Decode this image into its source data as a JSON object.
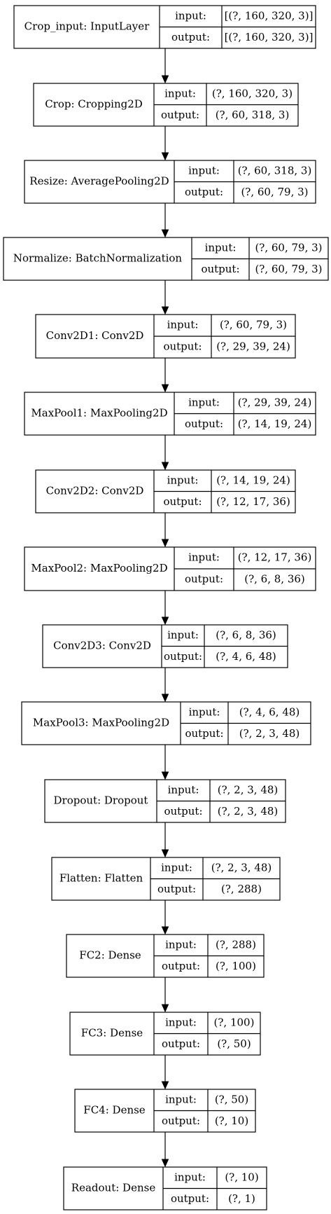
{
  "diagram": {
    "field_labels": {
      "input": "input:",
      "output": "output:"
    },
    "layers": [
      {
        "id": "crop-input",
        "title": "Crop_input: InputLayer",
        "input": "[(?, 160, 320, 3)]",
        "output": "[(?, 160, 320, 3)]"
      },
      {
        "id": "crop",
        "title": "Crop: Cropping2D",
        "input": "(?, 160, 320, 3)",
        "output": "(?, 60, 318, 3)"
      },
      {
        "id": "resize",
        "title": "Resize: AveragePooling2D",
        "input": "(?, 60, 318, 3)",
        "output": "(?, 60, 79, 3)"
      },
      {
        "id": "normalize",
        "title": "Normalize: BatchNormalization",
        "input": "(?, 60, 79, 3)",
        "output": "(?, 60, 79, 3)"
      },
      {
        "id": "conv2d1",
        "title": "Conv2D1: Conv2D",
        "input": "(?, 60, 79, 3)",
        "output": "(?, 29, 39, 24)"
      },
      {
        "id": "maxpool1",
        "title": "MaxPool1: MaxPooling2D",
        "input": "(?, 29, 39, 24)",
        "output": "(?, 14, 19, 24)"
      },
      {
        "id": "conv2d2",
        "title": "Conv2D2: Conv2D",
        "input": "(?, 14, 19, 24)",
        "output": "(?, 12, 17, 36)"
      },
      {
        "id": "maxpool2",
        "title": "MaxPool2: MaxPooling2D",
        "input": "(?, 12, 17, 36)",
        "output": "(?, 6, 8, 36)"
      },
      {
        "id": "conv2d3",
        "title": "Conv2D3: Conv2D",
        "input": "(?, 6, 8, 36)",
        "output": "(?, 4, 6, 48)"
      },
      {
        "id": "maxpool3",
        "title": "MaxPool3: MaxPooling2D",
        "input": "(?, 4, 6, 48)",
        "output": "(?, 2, 3, 48)"
      },
      {
        "id": "dropout",
        "title": "Dropout: Dropout",
        "input": "(?, 2, 3, 48)",
        "output": "(?, 2, 3, 48)"
      },
      {
        "id": "flatten",
        "title": "Flatten: Flatten",
        "input": "(?, 2, 3, 48)",
        "output": "(?, 288)"
      },
      {
        "id": "fc2",
        "title": "FC2: Dense",
        "input": "(?, 288)",
        "output": "(?, 100)"
      },
      {
        "id": "fc3",
        "title": "FC3: Dense",
        "input": "(?, 100)",
        "output": "(?, 50)"
      },
      {
        "id": "fc4",
        "title": "FC4: Dense",
        "input": "(?, 50)",
        "output": "(?, 10)"
      },
      {
        "id": "readout",
        "title": "Readout: Dense",
        "input": "(?, 10)",
        "output": "(?, 1)"
      }
    ]
  }
}
